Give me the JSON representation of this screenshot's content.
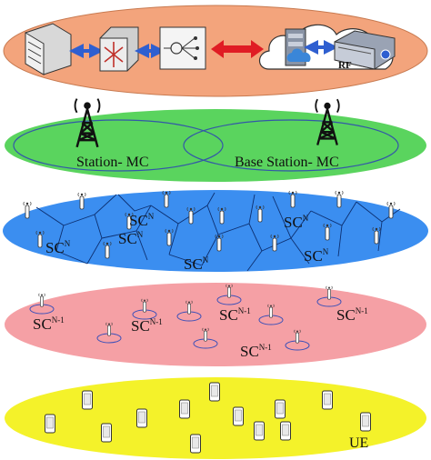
{
  "colors": {
    "core_layer": "#f3a47c",
    "macro_layer": "#5ad45e",
    "sc_n_layer": "#3b8ef0",
    "sc_n1_layer": "#f5a0a5",
    "ue_layer": "#f4f22a",
    "link_blue": "#2f5fd0",
    "link_red": "#e01c24",
    "cloud": "#ffffff"
  },
  "core_network": {
    "icons": [
      "server-stack-icon",
      "router-icon",
      "switch-icon",
      "cloud-server-icon"
    ],
    "rf_label": "RF"
  },
  "macro_layer": {
    "left_label": "Station- MC",
    "right_label": "Base Station- MC"
  },
  "sc_n_layer": {
    "labels": [
      {
        "base": "SC",
        "sup": "N"
      },
      {
        "base": "SC",
        "sup": "N"
      },
      {
        "base": "SC",
        "sup": "N"
      },
      {
        "base": "SC",
        "sup": "N"
      },
      {
        "base": "SC",
        "sup": "N"
      },
      {
        "base": "SC",
        "sup": "N"
      }
    ]
  },
  "sc_n1_layer": {
    "labels": [
      {
        "base": "SC",
        "sup": "N-1"
      },
      {
        "base": "SC",
        "sup": "N-1"
      },
      {
        "base": "SC",
        "sup": "N-1"
      },
      {
        "base": "SC",
        "sup": "N-1"
      },
      {
        "base": "SC",
        "sup": "N-1"
      }
    ]
  },
  "ue_layer": {
    "label": "UE"
  }
}
